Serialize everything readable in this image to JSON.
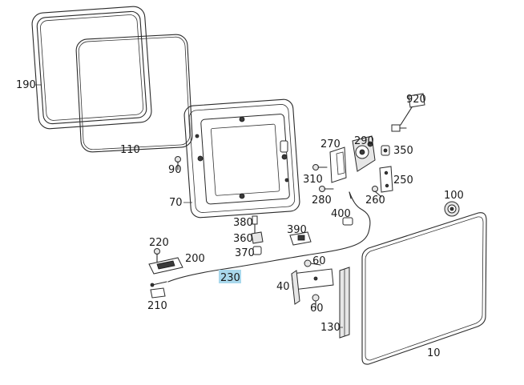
{
  "diagram": {
    "callouts": {
      "p190": "190",
      "p110": "110",
      "p90": "90",
      "p70": "70",
      "p270": "270",
      "p290": "290",
      "p920": "920",
      "p350": "350",
      "p310": "310",
      "p250": "250",
      "p280": "280",
      "p260": "260",
      "p100": "100",
      "p400": "400",
      "p380": "380",
      "p390": "390",
      "p360": "360",
      "p370": "370",
      "p220": "220",
      "p200": "200",
      "p230": "230",
      "p60a": "60",
      "p40": "40",
      "p60b": "60",
      "p210": "210",
      "p130": "130",
      "p10": "10"
    },
    "highlighted_callout": "230",
    "highlight_color": "#a9d8ec"
  }
}
